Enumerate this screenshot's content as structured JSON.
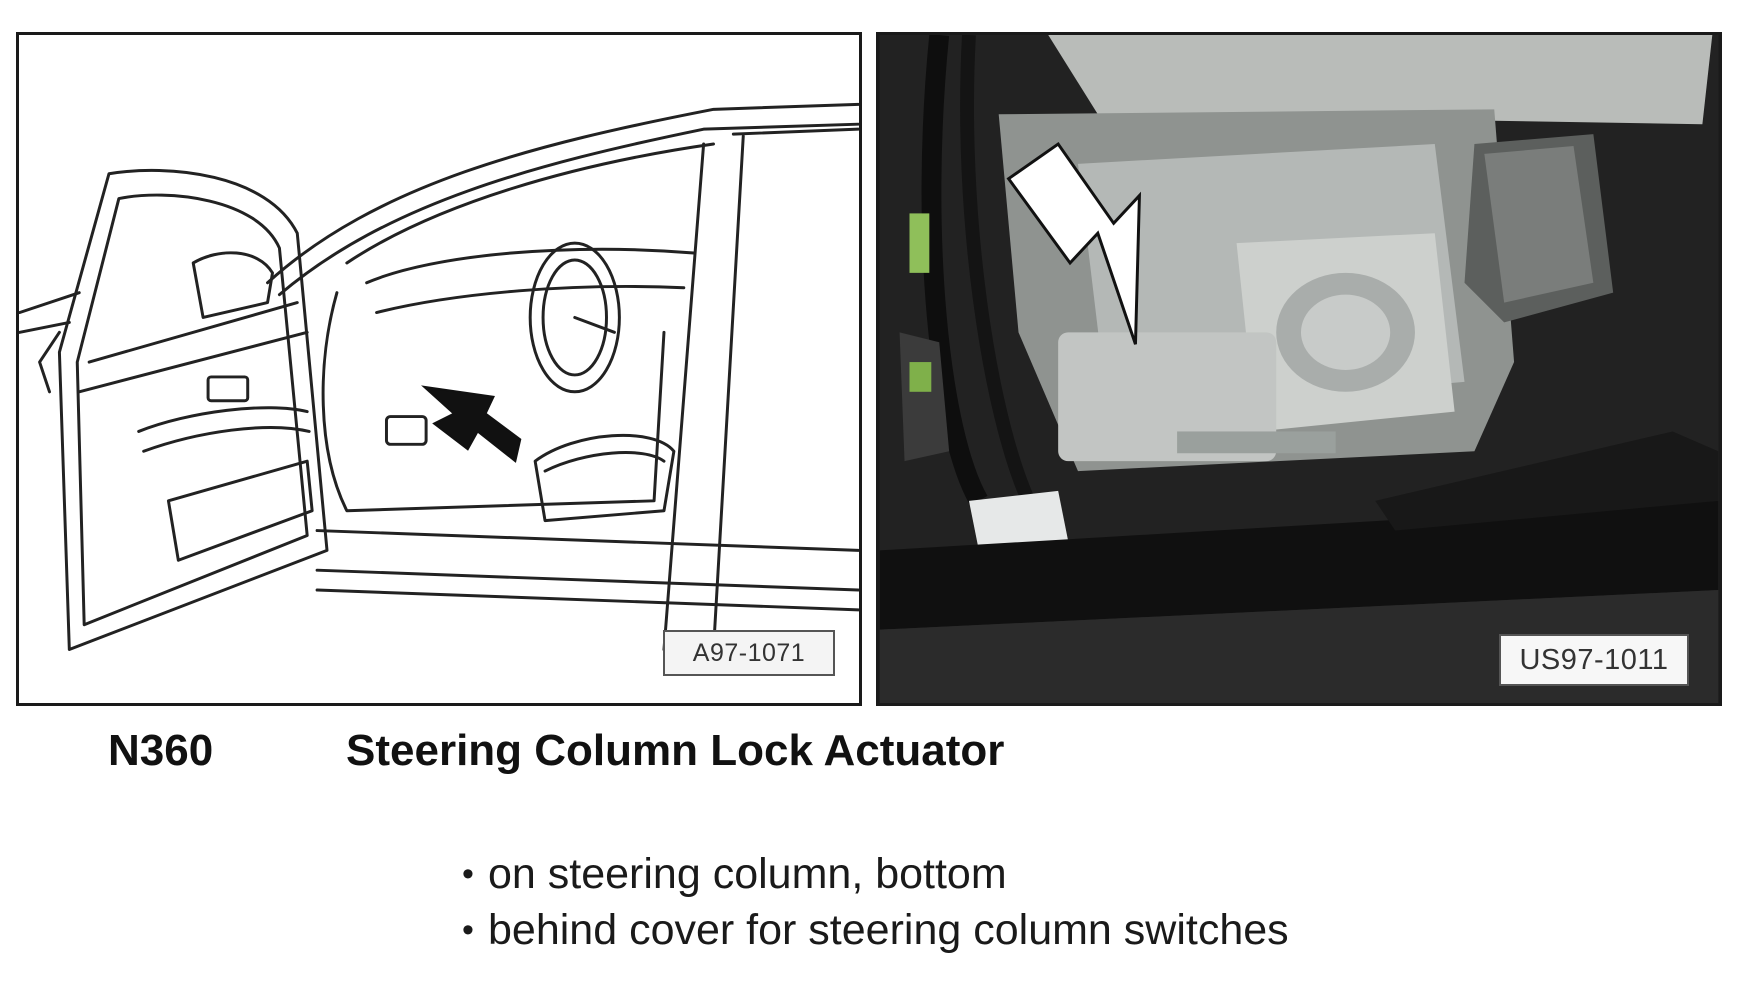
{
  "figures": {
    "left": {
      "ref_label": "A97-1071",
      "kind": "line-drawing"
    },
    "right": {
      "ref_label": "US97-1011",
      "kind": "photo"
    }
  },
  "component": {
    "code": "N360",
    "title": "Steering Column Lock Actuator"
  },
  "location_notes": [
    "on steering column, bottom",
    "behind cover for steering column switches"
  ]
}
